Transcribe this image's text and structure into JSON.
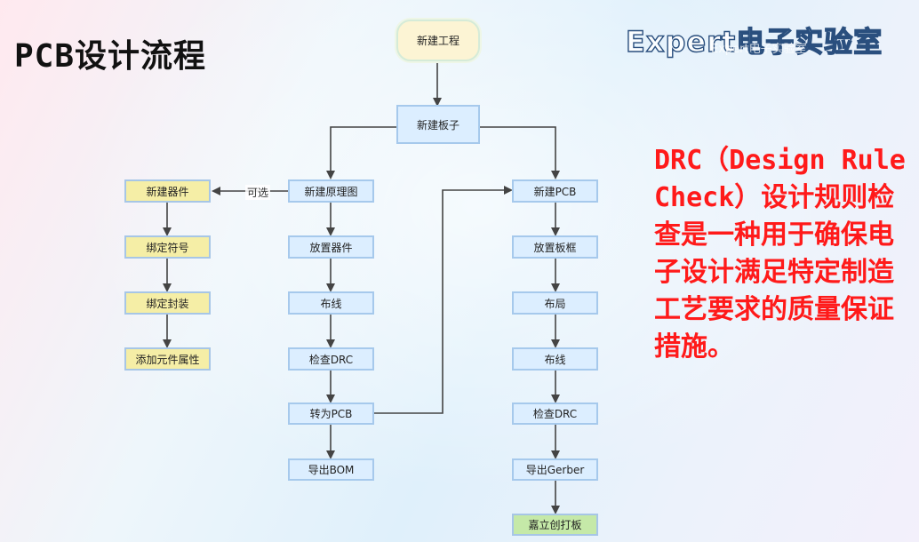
{
  "title": "PCB设计流程",
  "watermark": {
    "main": "Expert电子实验室",
    "sub": "Expert电子实验室"
  },
  "flow": {
    "start": "新建工程",
    "board": "新建板子",
    "optional_label": "可选",
    "component_branch": [
      "新建器件",
      "绑定符号",
      "绑定封装",
      "添加元件属性"
    ],
    "schematic_branch": [
      "新建原理图",
      "放置器件",
      "布线",
      "检查DRC",
      "转为PCB",
      "导出BOM"
    ],
    "pcb_branch": [
      "新建PCB",
      "放置板框",
      "布局",
      "布线",
      "检查DRC",
      "导出Gerber",
      "嘉立创打板"
    ]
  },
  "note": "DRC（Design Rule Check）设计规则检查是一种用于确保电子设计满足特定制造工艺要求的质量保证措施。",
  "colors": {
    "node_fill": "#dceeff",
    "node_border": "#a6c9ec",
    "component_fill": "#f5eea6",
    "final_fill": "#c5e9a8",
    "start_fill": "#fcf4d4",
    "arrow": "#444444",
    "note_text": "#ff1a1a"
  }
}
